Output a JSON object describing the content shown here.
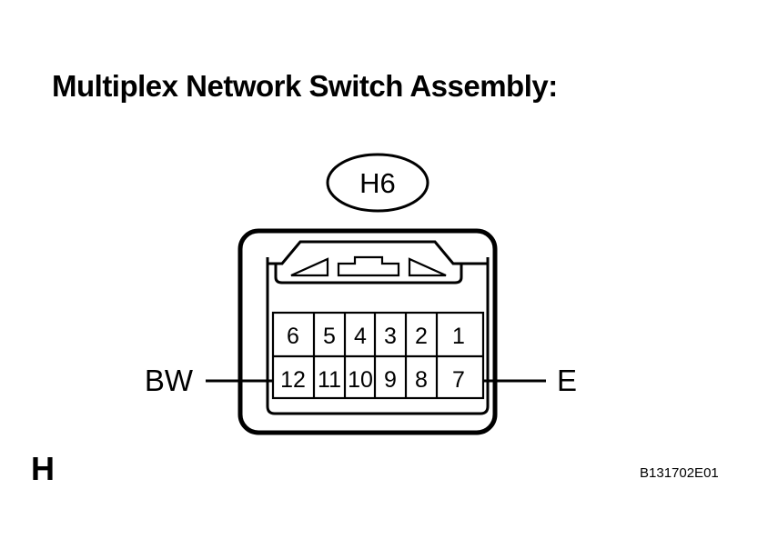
{
  "title": "Multiplex Network Switch Assembly:",
  "connector": {
    "id_label": "H6",
    "pin_rows": [
      [
        "6",
        "5",
        "4",
        "3",
        "2",
        "1"
      ],
      [
        "12",
        "11",
        "10",
        "9",
        "8",
        "7"
      ]
    ]
  },
  "labels": {
    "left_wire": "BW",
    "right_wire": "E",
    "section": "H"
  },
  "reference_code": "B131702E01",
  "colors": {
    "ink": "#000000",
    "background": "#ffffff"
  }
}
